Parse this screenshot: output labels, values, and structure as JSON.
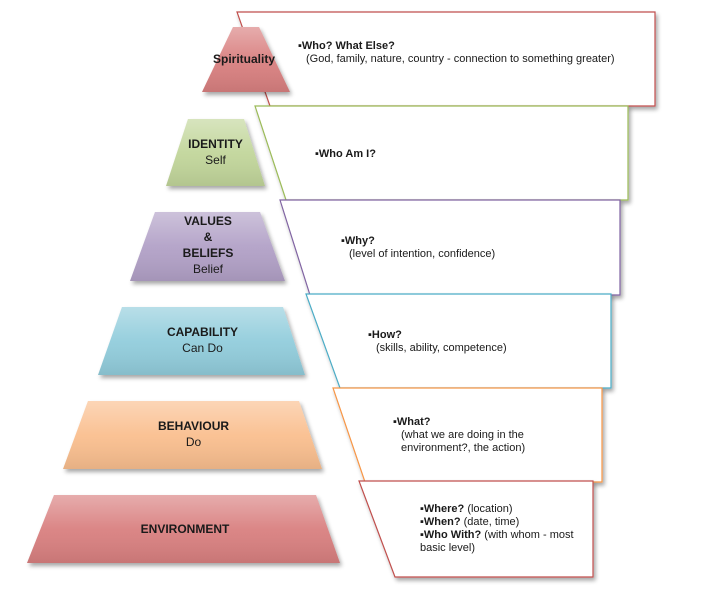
{
  "levels": [
    {
      "key": "spirituality",
      "name": "Spirituality",
      "sub": "",
      "color": "#d98080",
      "question": "Who?   What Else?",
      "detail": "(God, family, nature, country - connection to something greater)",
      "border": "#c0504d"
    },
    {
      "key": "identity",
      "name": "IDENTITY",
      "sub": "Self",
      "color": "#c2d69b",
      "question": "Who Am I?",
      "detail": "",
      "border": "#9bbb59"
    },
    {
      "key": "values",
      "name": "VALUES",
      "name2": "&",
      "name3": "BELIEFS",
      "sub": "Belief",
      "color": "#b2a1c7",
      "question": "Why?",
      "detail": "(level of intention, confidence)",
      "border": "#8064a2"
    },
    {
      "key": "capability",
      "name": "CAPABILITY",
      "sub": "Can Do",
      "color": "#92cddc",
      "question": "How?",
      "detail": "(skills, ability, competence)",
      "border": "#4bacc6"
    },
    {
      "key": "behaviour",
      "name": "BEHAVIOUR",
      "sub": "Do",
      "color": "#fabf8f",
      "question": "What?",
      "detail": "(what we are doing in the environment?, the action)",
      "border": "#f79646"
    },
    {
      "key": "environment",
      "name": "ENVIRONMENT",
      "sub": "",
      "color": "#d98080",
      "border": "#c0504d",
      "items": [
        {
          "q": "Where?",
          "d": "(location)"
        },
        {
          "q": "When?",
          "d": " (date, time)"
        },
        {
          "q": "Who With?",
          "d": " (with whom - most basic level)"
        }
      ]
    }
  ]
}
